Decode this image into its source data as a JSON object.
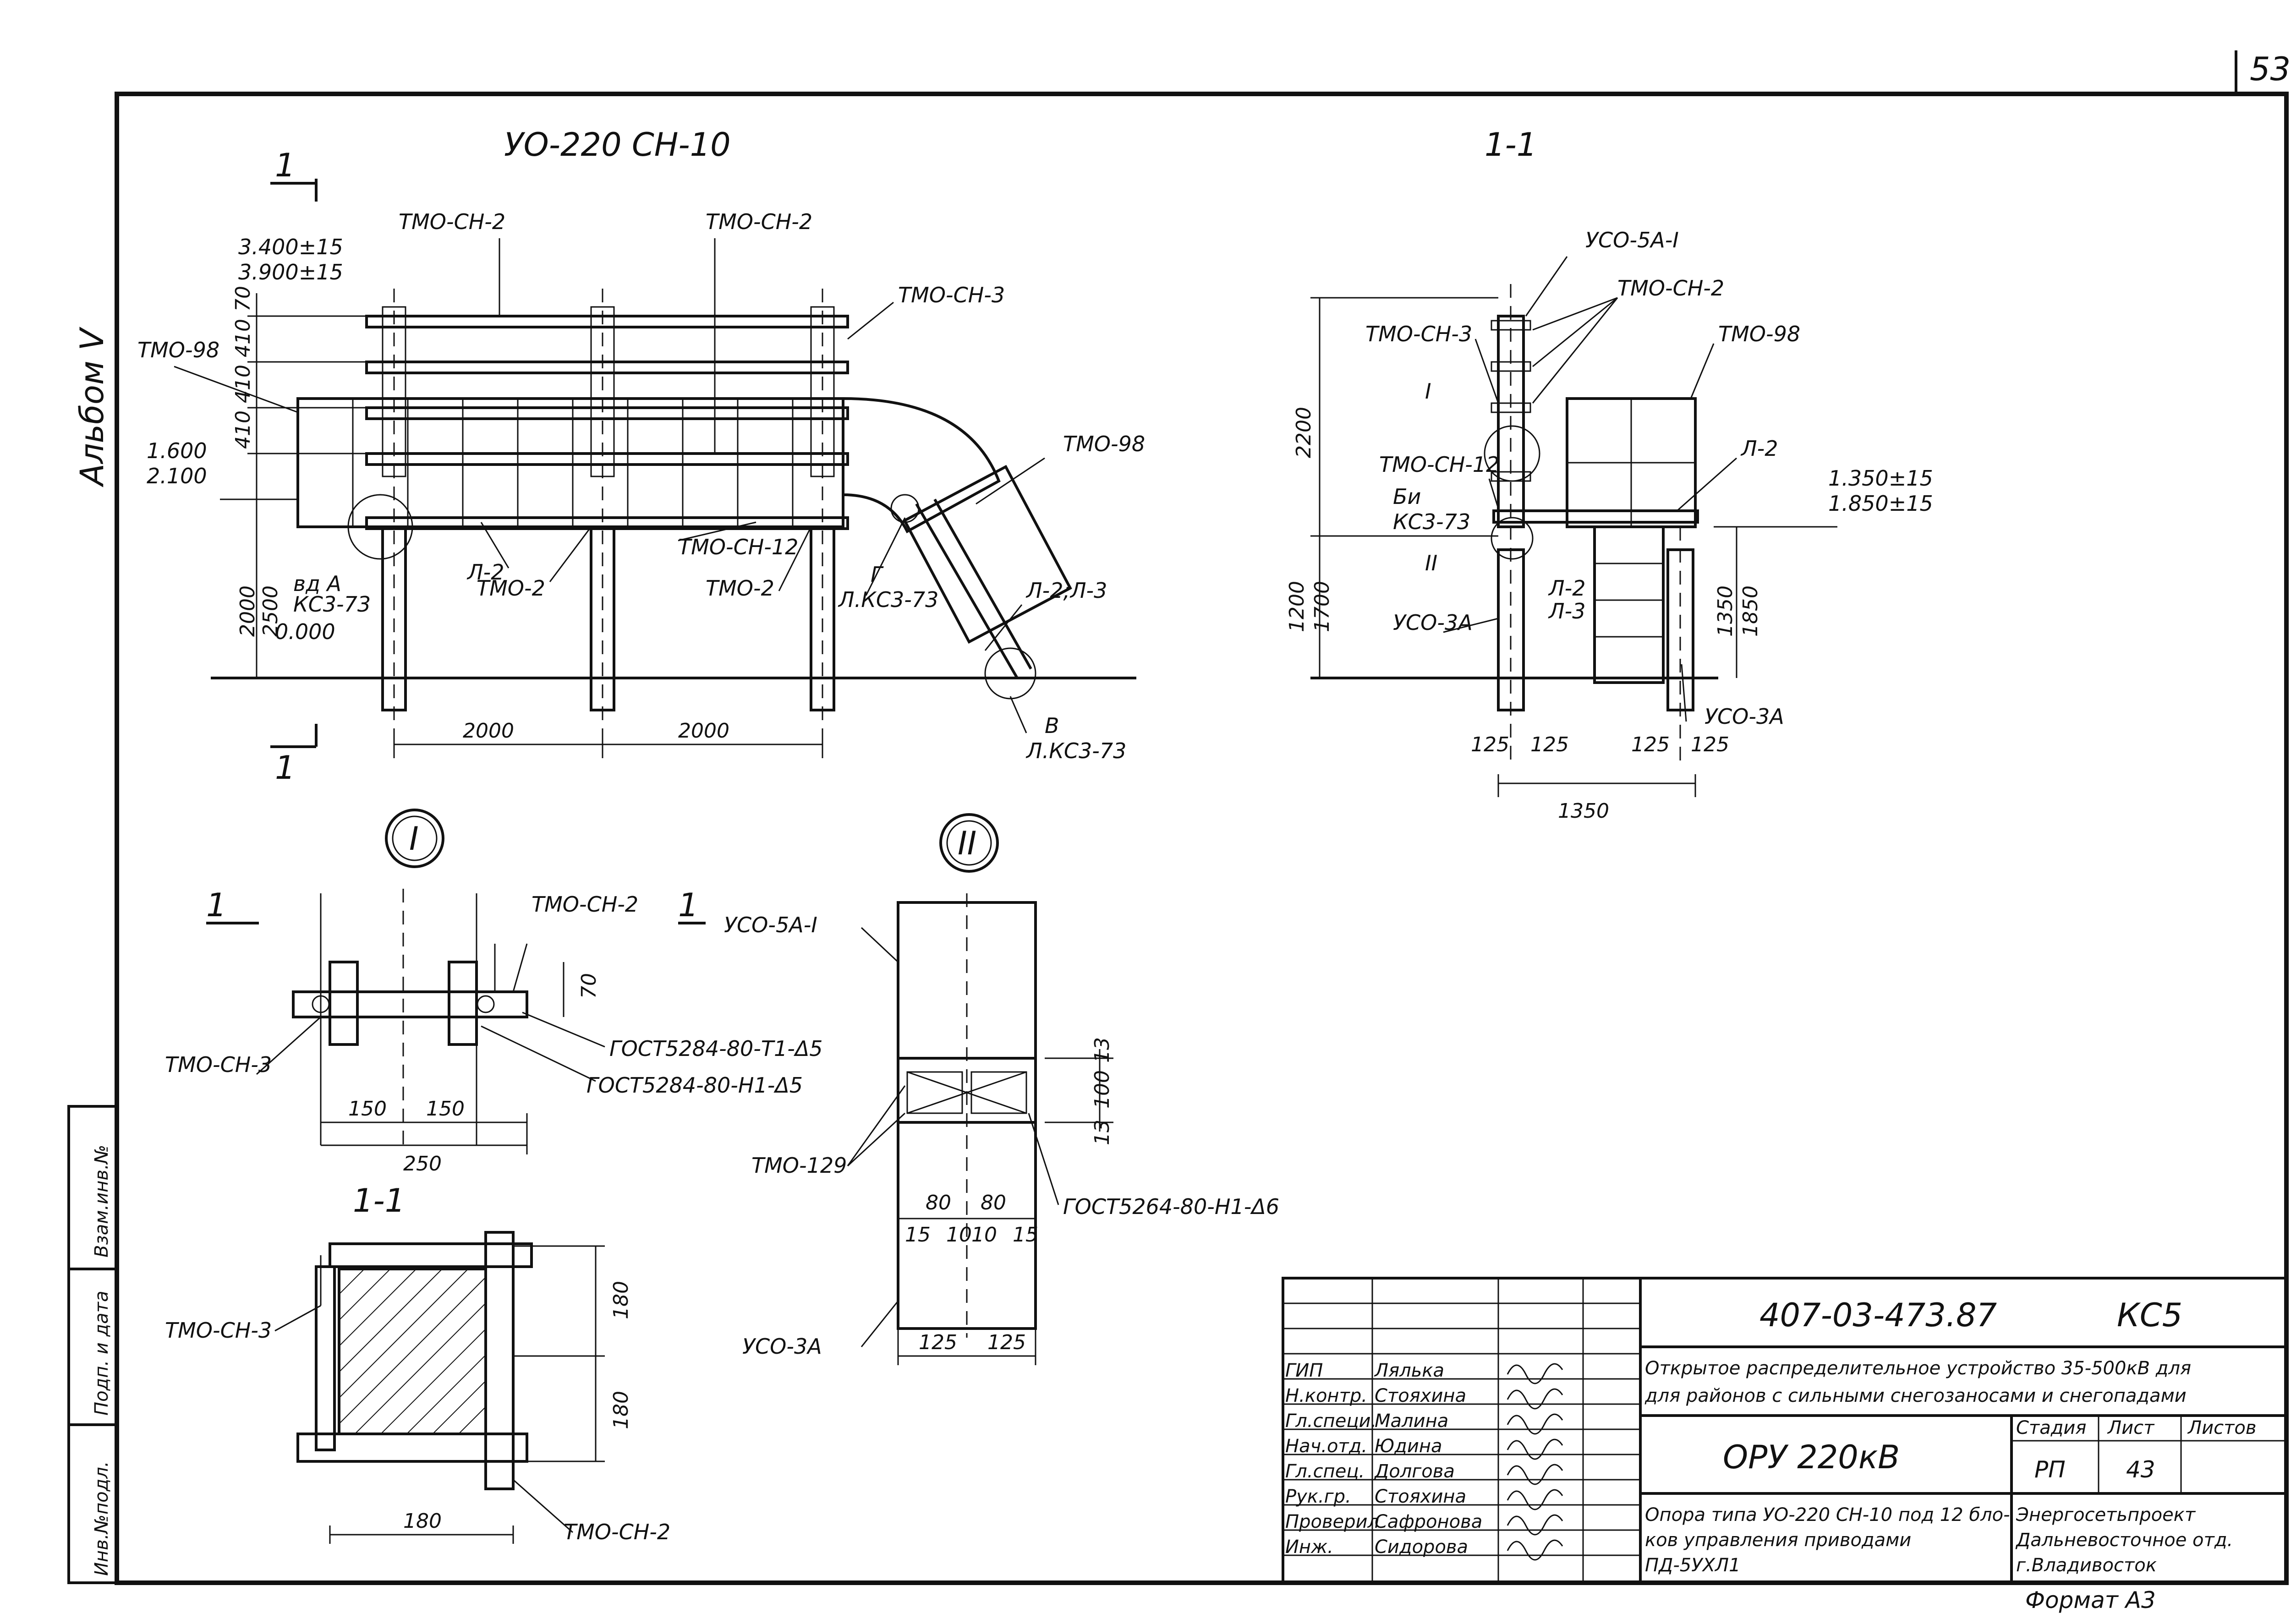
{
  "page": {
    "number": "53",
    "album": "Альбом V",
    "format_note": "Формат А3"
  },
  "side_stamp": {
    "inv_no": "Инв.№подл.",
    "sign_date": "Подп. и дата",
    "replace_inv": "Взам.инв.№"
  },
  "main_view": {
    "title": "УО-220  СН-10",
    "section_mark": "1",
    "labels": {
      "tmo_ch2_a": "ТМО-СН-2",
      "tmo_ch2_b": "ТМО-СН-2",
      "tmo_ch3": "ТМО-СН-3",
      "tmo98_left": "ТМО-98",
      "tmo98_right": "ТМО-98",
      "l2": "Л-2",
      "tmo2_a": "ТМО-2",
      "tmo2_b": "ТМО-2",
      "tmo_ch12": "ТМО-СН-12",
      "g_mark": "Г",
      "g_ref": "Л.КС3-73",
      "l2l3": "Л-2;Л-3",
      "v_mark": "В",
      "v_ref": "Л.КС3-73",
      "a_mark": "вд А",
      "a_ref": "КС3-73"
    },
    "levels": {
      "top1": "3.400±15",
      "top2": "3.900±15",
      "mid1": "1.600",
      "mid2": "2.100",
      "zero": "0.000"
    },
    "dims": {
      "d70": "70",
      "d410a": "410",
      "d410b": "410",
      "d410c": "410",
      "d2000v": "2000",
      "d2500v": "2500",
      "span1": "2000",
      "span2": "2000"
    }
  },
  "section_view": {
    "title": "1-1",
    "labels": {
      "uso5a": "УСО-5А-I",
      "tmo_ch2": "ТМО-СН-2",
      "tmo_ch3": "ТМО-СН-3",
      "tmo98": "ТМО-98",
      "roman1": "I",
      "l2": "Л-2",
      "tmo_ch12": "ТМО-СН-12",
      "bi_mark": "Би",
      "bi_ref": "КС3-73",
      "roman2": "II",
      "l2b": "Л-2",
      "l3": "Л-3",
      "uso3a_left": "УСО-3А",
      "uso3a_right": "УСО-3А"
    },
    "levels": {
      "l1": "1.350±15",
      "l2": "1.850±15"
    },
    "dims": {
      "h2200": "2200",
      "h1200": "1200",
      "h1700": "1700",
      "h1350": "1350",
      "h1850": "1850",
      "w125a": "125",
      "w125b": "125",
      "w125c": "125",
      "w125d": "125",
      "w1350": "1350"
    }
  },
  "detail_1": {
    "title": "I",
    "section_mark": "1",
    "labels": {
      "tmo_ch2": "ТМО-СН-2",
      "tmo_ch3": "ТМО-СН-3",
      "gost_t1": "ГОСТ5284-80-Т1-Δ5",
      "gost_n1": "ГОСТ5284-80-Н1-Δ5"
    },
    "dims": {
      "d70": "70",
      "d150a": "150",
      "d150b": "150",
      "d250": "250"
    }
  },
  "detail_1_section": {
    "title": "1-1",
    "labels": {
      "tmo_ch3": "ТМО-СН-3",
      "tmo_ch2": "ТМО-СН-2"
    },
    "dims": {
      "d180a": "180",
      "d180b": "180",
      "d180c": "180"
    }
  },
  "detail_2": {
    "title": "II",
    "labels": {
      "uso5a": "УСО-5А-I",
      "tmo129": "ТМО-129",
      "gost": "ГОСТ5264-80-Н1-Δ6",
      "uso3a": "УСО-3А"
    },
    "dims": {
      "d13a": "13",
      "d100": "100",
      "d13b": "13",
      "d80a": "80",
      "d80b": "80",
      "d15a": "15",
      "d10a": "10",
      "d10b": "10",
      "d15b": "15",
      "d125a": "125",
      "d125b": "125"
    }
  },
  "title_block": {
    "doc_code": "407-03-473.87",
    "mark": "КС5",
    "title_line1": "Открытое распределительное устройство 35-500кВ для",
    "title_line2": "для районов с сильными снегозаносами и снегопадами",
    "object": "ОРУ 220кВ",
    "stage_h": "Стадия",
    "sheet_h": "Лист",
    "sheets_h": "Листов",
    "stage": "РП",
    "sheet": "43",
    "sheets": "",
    "desc_line1": "Опора типа УО-220 СН-10 под 12 бло-",
    "desc_line2": "ков управления приводами",
    "desc_line3": "ПД-5УХЛ1",
    "org1": "Энергосетьпроект",
    "org2": "Дальневосточное отд.",
    "org3": "г.Владивосток",
    "people": [
      {
        "role": "ГИП",
        "name": "Лялька"
      },
      {
        "role": "Н.контр.",
        "name": "Стояхина"
      },
      {
        "role": "Гл.специ.",
        "name": "Малина"
      },
      {
        "role": "Нач.отд.",
        "name": "Юдина"
      },
      {
        "role": "Гл.спец.",
        "name": "Долгова"
      },
      {
        "role": "Рук.гр.",
        "name": "Стояхина"
      },
      {
        "role": "Проверил",
        "name": "Сафронова"
      },
      {
        "role": "Инж.",
        "name": "Сидорова"
      }
    ]
  }
}
